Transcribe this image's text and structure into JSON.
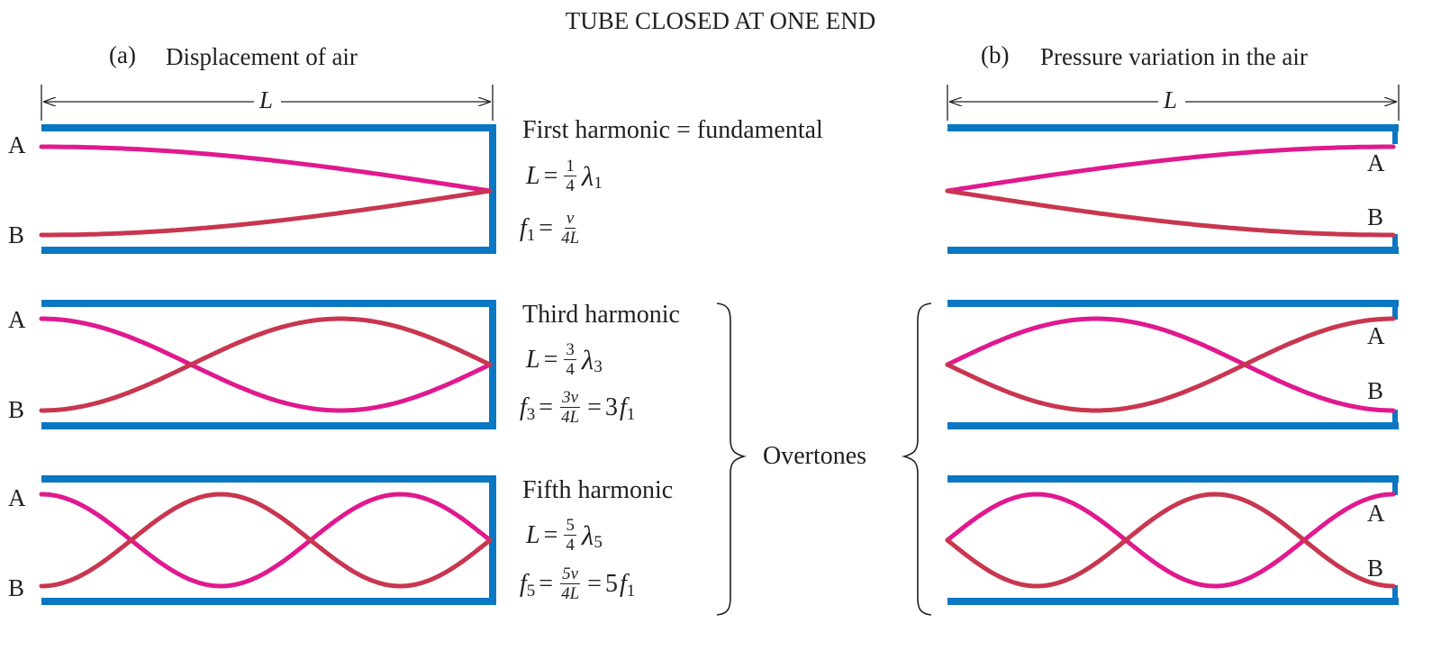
{
  "title": "TUBE CLOSED AT ONE END",
  "panel_a": {
    "tag": "(a)",
    "heading": "Displacement of air",
    "length_symbol": "L"
  },
  "panel_b": {
    "tag": "(b)",
    "heading": "Pressure variation in the air",
    "length_symbol": "L"
  },
  "curve_labels": {
    "a": "A",
    "b": "B"
  },
  "harmonics": [
    {
      "name": "First harmonic  =  fundamental",
      "n": "1",
      "quarters": "4",
      "freq_num": "v",
      "freq_den": "4L",
      "multiple": ""
    },
    {
      "name": "Third harmonic",
      "n": "3",
      "quarters": "4",
      "freq_num": "3v",
      "freq_den": "4L",
      "multiple": "3"
    },
    {
      "name": "Fifth harmonic",
      "n": "5",
      "quarters": "4",
      "freq_num": "5v",
      "freq_den": "4L",
      "multiple": "5"
    }
  ],
  "symbols": {
    "lambda": "λ",
    "length": "L",
    "freq": "f",
    "equals": "="
  },
  "overtones_label": "Overtones",
  "colors": {
    "tube": "#0a77c2",
    "curve_a": "#e0198f",
    "curve_b": "#c8364f",
    "text": "#231f20"
  }
}
